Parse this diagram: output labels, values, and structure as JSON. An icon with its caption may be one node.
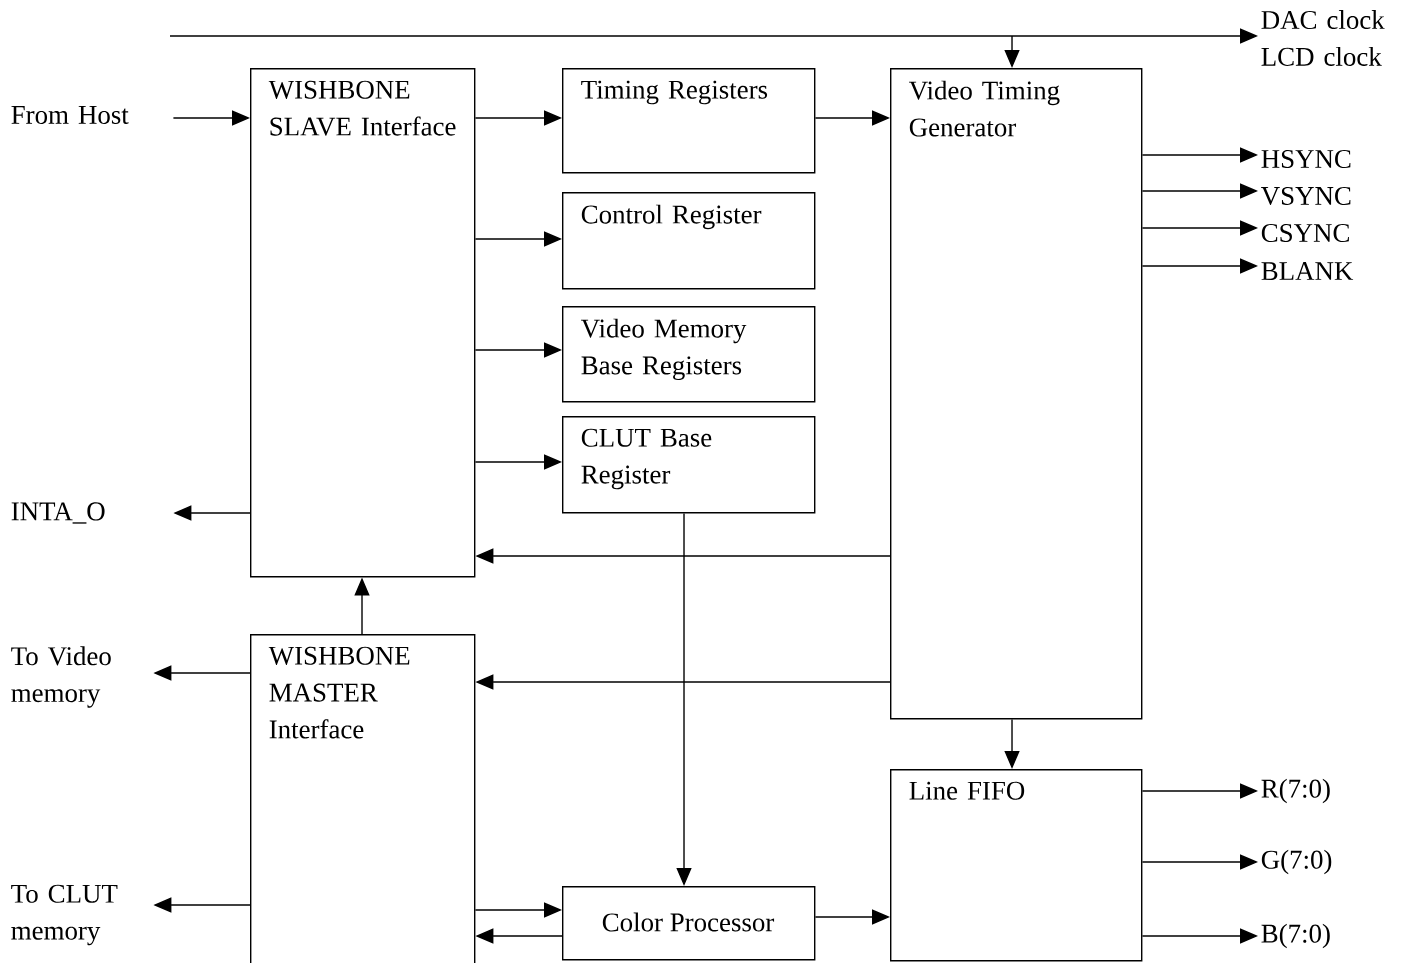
{
  "diagram": {
    "nodes": [
      {
        "text": [
          "WISHBONE SLAVE Interface"
        ]
      },
      {
        "text": [
          "Timing Registers"
        ]
      },
      {
        "text": [
          "Control Register"
        ]
      },
      {
        "text": [
          "Video Memory Base Registers"
        ]
      },
      {
        "text": [
          "CLUT Base Register"
        ]
      },
      {
        "text": [
          "Video Timing Generator"
        ]
      },
      {
        "text": [
          "WISHBONE MASTER Interface"
        ]
      },
      {
        "text": [
          "Line FIFO"
        ]
      },
      {
        "text": [
          "Color Processor"
        ]
      },
      {
        "text": [
          "From Host"
        ]
      },
      {
        "text": [
          "INTA_O"
        ]
      },
      {
        "text": [
          "To Video memory"
        ]
      },
      {
        "text": [
          "To CLUT memory"
        ]
      },
      {
        "text": [
          "DAC clock LCD clock"
        ]
      },
      {
        "text": [
          "HSYNC"
        ]
      },
      {
        "text": [
          "VSYNC"
        ]
      },
      {
        "text": [
          "CSYNC"
        ]
      },
      {
        "text": [
          "BLANK"
        ]
      },
      {
        "text": [
          "R(7:0)"
        ]
      },
      {
        "text": [
          "G(7:0)"
        ]
      },
      {
        "text": [
          "B(7:0)"
        ]
      }
    ],
    "edges": [
      {
        "from": null,
        "to": 13,
        "arrow": "to"
      },
      {
        "from": null,
        "to": 5,
        "arrow": "to"
      },
      {
        "from": 9,
        "to": 0,
        "arrow": "to"
      },
      {
        "from": 0,
        "to": 1,
        "arrow": "to"
      },
      {
        "from": 0,
        "to": 2,
        "arrow": "to"
      },
      {
        "from": 0,
        "to": 3,
        "arrow": "to"
      },
      {
        "from": 0,
        "to": 4,
        "arrow": "to"
      },
      {
        "from": 1,
        "to": 5,
        "arrow": "to"
      },
      {
        "from": 0,
        "to": 10,
        "arrow": "to"
      },
      {
        "from": 5,
        "to": 0,
        "arrow": "to"
      },
      {
        "from": 6,
        "to": 0,
        "arrow": "to"
      },
      {
        "from": 6,
        "to": 11,
        "arrow": "to"
      },
      {
        "from": 5,
        "to": 6,
        "arrow": "to"
      },
      {
        "from": 6,
        "to": 12,
        "arrow": "to"
      },
      {
        "from": 6,
        "to": 8,
        "arrow": "to"
      },
      {
        "from": 8,
        "to": 6,
        "arrow": "to"
      },
      {
        "from": 4,
        "to": 8,
        "arrow": "to"
      },
      {
        "from": 8,
        "to": 7,
        "arrow": "to"
      },
      {
        "from": 5,
        "to": 7,
        "arrow": "to"
      },
      {
        "from": 5,
        "to": 14,
        "arrow": "to"
      },
      {
        "from": 5,
        "to": 15,
        "arrow": "to"
      },
      {
        "from": 5,
        "to": 16,
        "arrow": "to"
      },
      {
        "from": 5,
        "to": 17,
        "arrow": "to"
      },
      {
        "from": 7,
        "to": 18,
        "arrow": "to"
      },
      {
        "from": 7,
        "to": 19,
        "arrow": "to"
      },
      {
        "from": 7,
        "to": 20,
        "arrow": "to"
      }
    ]
  }
}
